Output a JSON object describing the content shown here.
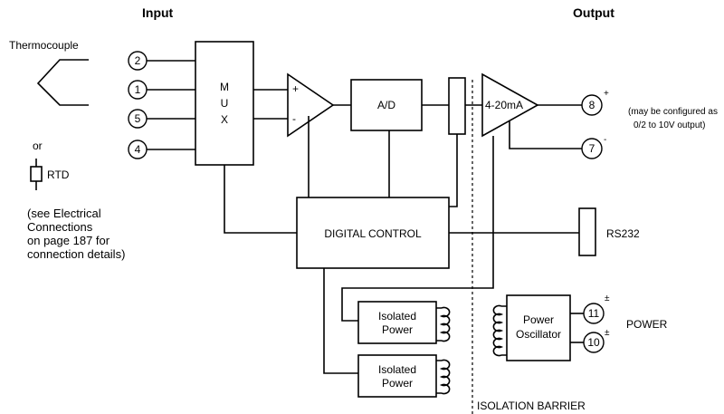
{
  "sections": {
    "input": "Input",
    "output": "Output"
  },
  "sensors": {
    "thermocouple": "Thermocouple",
    "or": "or",
    "rtd": "RTD",
    "note": [
      "(see Electrical",
      "Connections",
      "on page 187 for",
      "connection details)"
    ]
  },
  "input_terminals": [
    "2",
    "1",
    "5",
    "4"
  ],
  "blocks": {
    "mux": [
      "M",
      "U",
      "X"
    ],
    "amp_plus": "+",
    "amp_minus": "-",
    "ad": "A/D",
    "output_stage": "4-20mA",
    "digital_control": "DIGITAL CONTROL",
    "isolated_power": [
      "Isolated",
      "Power"
    ],
    "power_oscillator": [
      "Power",
      "Oscillator"
    ],
    "rs232": "RS232"
  },
  "output_terminals": [
    {
      "num": "8",
      "sign": "+"
    },
    {
      "num": "7",
      "sign": "-"
    }
  ],
  "output_note": [
    "(may be configured as",
    "0/2 to 10V output)"
  ],
  "power_terminals": [
    {
      "num": "11",
      "sign": "±"
    },
    {
      "num": "10",
      "sign": "±"
    }
  ],
  "power_label": "POWER",
  "isolation_barrier": "ISOLATION BARRIER"
}
